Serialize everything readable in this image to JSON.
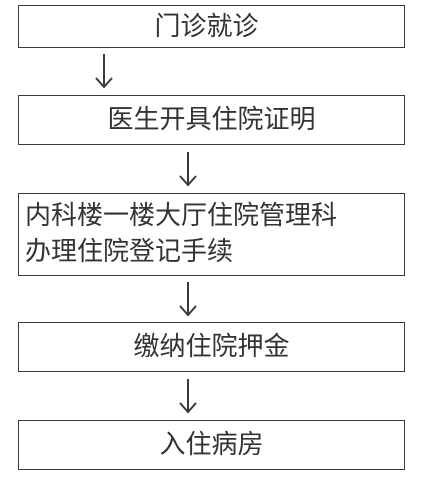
{
  "flowchart": {
    "steps": [
      {
        "lines": [
          "门诊就诊"
        ]
      },
      {
        "lines": [
          "医生开具住院证明"
        ]
      },
      {
        "lines": [
          "内科楼一楼大厅住院管理科",
          "办理住院登记手续"
        ]
      },
      {
        "lines": [
          "缴纳住院押金"
        ]
      },
      {
        "lines": [
          "入住病房"
        ]
      }
    ],
    "arrow_icon": "arrow-down-icon",
    "colors": {
      "border": "#3a3a3a",
      "text": "#333333",
      "arrow": "#3a3a3a",
      "background": "#ffffff"
    }
  }
}
